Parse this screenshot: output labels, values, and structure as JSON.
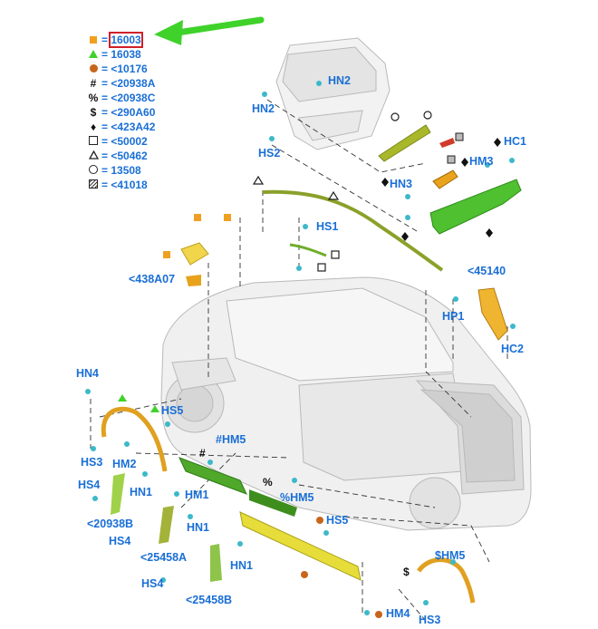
{
  "legend": [
    {
      "symbol": "square-filled-orange",
      "text": "= 16003",
      "highlighted": true
    },
    {
      "symbol": "triangle-filled-green",
      "text": "= 16038"
    },
    {
      "symbol": "circle-filled-brown",
      "text": "= <10176"
    },
    {
      "symbol": "hash",
      "glyph": "#",
      "text": "= <20938A"
    },
    {
      "symbol": "percent",
      "glyph": "%",
      "text": "= <20938C"
    },
    {
      "symbol": "dollar",
      "glyph": "$",
      "text": "= <290A60"
    },
    {
      "symbol": "diamond-filled",
      "glyph": "♦",
      "text": "= <423A42"
    },
    {
      "symbol": "square-open",
      "text": "= <50002"
    },
    {
      "symbol": "triangle-open",
      "text": "= <50462"
    },
    {
      "symbol": "circle-open",
      "text": "= 13508"
    },
    {
      "symbol": "square-hatched",
      "text": "= <41018"
    }
  ],
  "labels": {
    "hn2_top": "HN2",
    "hn2_left": "HN2",
    "hs2": "HS2",
    "hc1": "HC1",
    "hm3": "HM3",
    "hn3": "HN3",
    "hs1": "HS1",
    "p438a07": "<438A07",
    "p45140": "<45140",
    "hp1": "HP1",
    "hc2": "HC2",
    "hn4": "HN4",
    "hs5_left": "HS5",
    "hs3_left": "HS3",
    "hm2": "HM2",
    "hm5_mid": "#HM5",
    "hs4_a": "HS4",
    "hn1_a": "HN1",
    "hm1": "HM1",
    "hm5_pct": "%HM5",
    "p20938b": "<20938B",
    "hn1_b": "HN1",
    "hs5_right": "HS5",
    "hs4_b": "HS4",
    "p25458a": "<25458A",
    "hn1_c": "HN1",
    "hs4_c": "HS4",
    "p25458b": "<25458B",
    "hm5_right": "$HM5",
    "hm4": "HM4",
    "hs3_right": "HS3"
  },
  "colors": {
    "label_blue": "#1a6fd6",
    "part_green": "#4fc02f",
    "part_olive": "#8aa12a",
    "part_yellow": "#e6dd3a",
    "part_orange": "#e8a21c",
    "arrow_green": "#3fd22a",
    "highlight_red": "#d0202a",
    "clip_cyan": "#3bb9c9"
  }
}
